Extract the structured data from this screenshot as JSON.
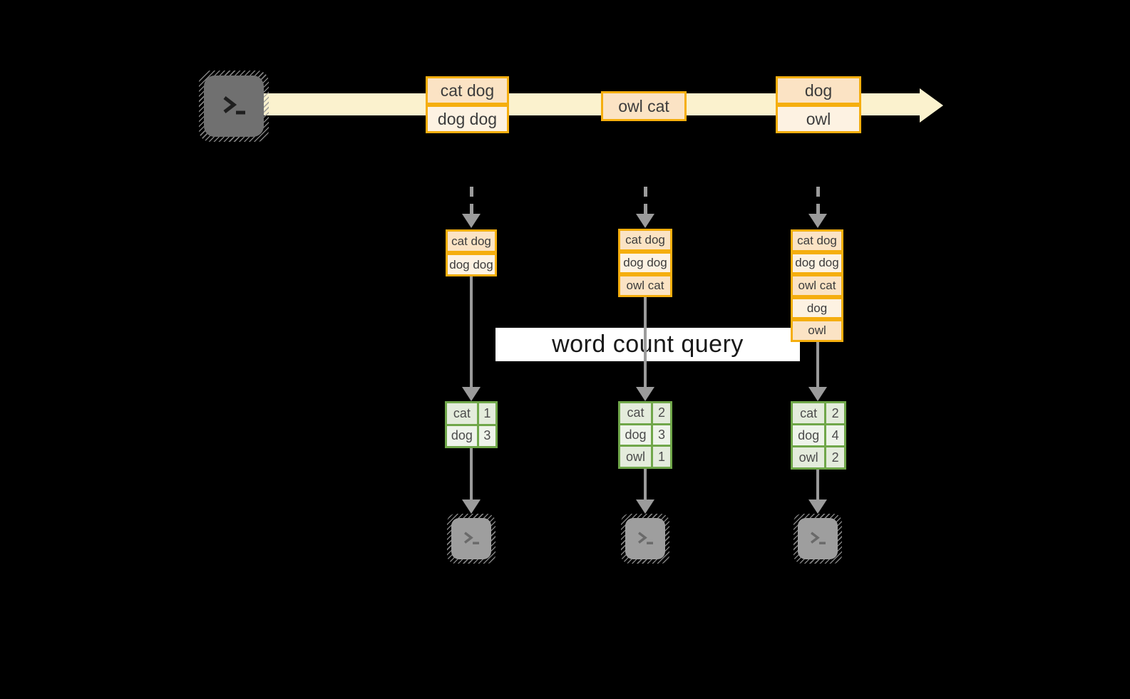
{
  "query_label": "word count query",
  "colors": {
    "background": "#000000",
    "stream_band": "#FBF2CE",
    "event_border": "#F5AE0E",
    "event_fill_dark": "#FBE3C4",
    "event_fill_light": "#FDF2E2",
    "table_border": "#70A74A",
    "table_fill_dark": "#E4ECDC",
    "table_fill_light": "#EEF4EA",
    "arrow_gray": "#9B9B9B",
    "query_box_bg": "#FFFFFF",
    "source_terminal_body": "#707070",
    "output_terminal_body": "#9E9E9E"
  },
  "icons": {
    "source": "terminal-icon",
    "output": "terminal-icon"
  },
  "stream_events": [
    {
      "cells": [
        "cat dog",
        "dog dog"
      ]
    },
    {
      "cells": [
        "owl cat"
      ]
    },
    {
      "cells": [
        "dog",
        "owl"
      ]
    }
  ],
  "snapshots": [
    {
      "buffer": [
        "cat dog",
        "dog dog"
      ],
      "counts": [
        {
          "word": "cat",
          "count": "1"
        },
        {
          "word": "dog",
          "count": "3"
        }
      ]
    },
    {
      "buffer": [
        "cat dog",
        "dog dog",
        "owl cat"
      ],
      "counts": [
        {
          "word": "cat",
          "count": "2"
        },
        {
          "word": "dog",
          "count": "3"
        },
        {
          "word": "owl",
          "count": "1"
        }
      ]
    },
    {
      "buffer": [
        "cat dog",
        "dog dog",
        "owl cat",
        "dog",
        "owl"
      ],
      "counts": [
        {
          "word": "cat",
          "count": "2"
        },
        {
          "word": "dog",
          "count": "4"
        },
        {
          "word": "owl",
          "count": "2"
        }
      ]
    }
  ]
}
